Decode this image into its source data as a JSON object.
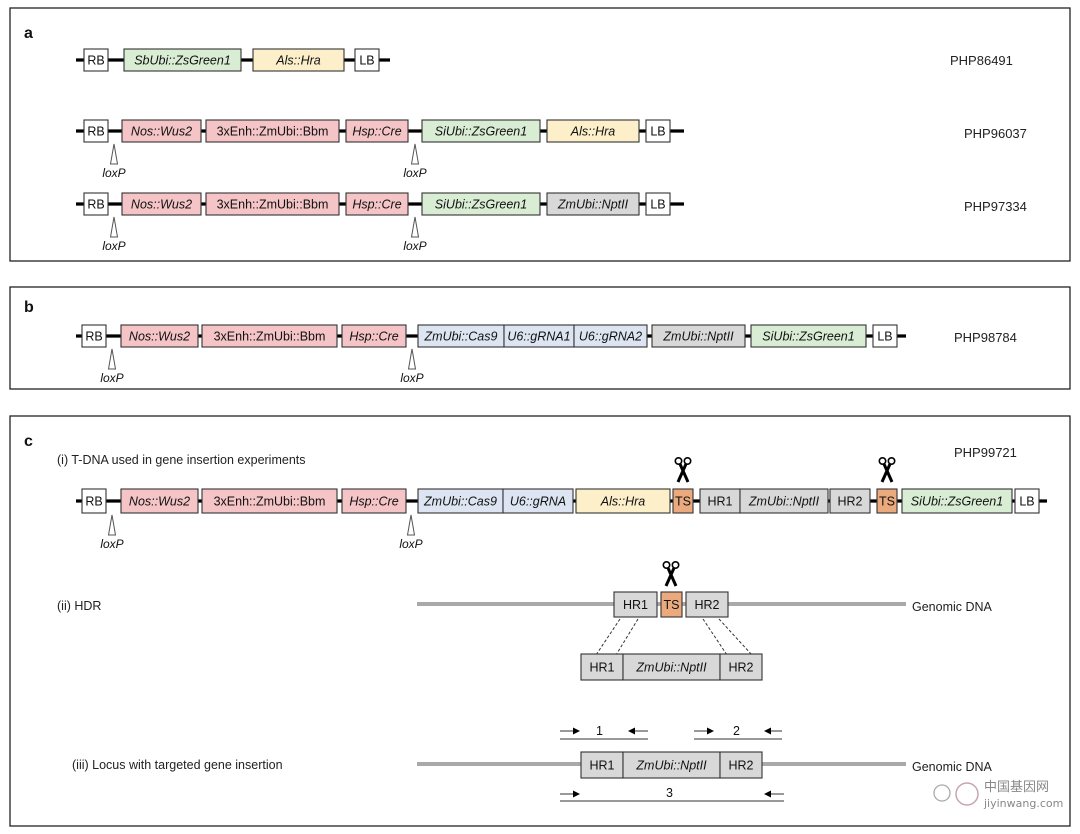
{
  "colors": {
    "pink": "#f4c4c6",
    "green": "#d9ecd4",
    "yellow": "#fcefca",
    "blue": "#dce5f1",
    "gray": "#d8d8d8",
    "orange": "#eba97e",
    "white": "#ffffff"
  },
  "panels": {
    "a": {
      "letter": "a",
      "constructs": [
        {
          "name": "PHP86491",
          "elements": [
            {
              "label": "RB",
              "color": "white",
              "italic": false
            },
            {
              "label": "SbUbi::ZsGreen1",
              "color": "green",
              "italic": true
            },
            {
              "label": "Als::Hra",
              "color": "yellow",
              "italic": true
            },
            {
              "label": "LB",
              "color": "white",
              "italic": false
            }
          ],
          "loxp": []
        },
        {
          "name": "PHP96037",
          "elements": [
            {
              "label": "RB",
              "color": "white",
              "italic": false
            },
            {
              "label": "Nos::Wus2",
              "color": "pink",
              "italic": true
            },
            {
              "label": "3xEnh::ZmUbi::Bbm",
              "color": "pink",
              "italic": false
            },
            {
              "label": "Hsp::Cre",
              "color": "pink",
              "italic": true
            },
            {
              "label": "SiUbi::ZsGreen1",
              "color": "green",
              "italic": true
            },
            {
              "label": "Als::Hra",
              "color": "yellow",
              "italic": true
            },
            {
              "label": "LB",
              "color": "white",
              "italic": false
            }
          ],
          "loxp": [
            "loxP",
            "loxP"
          ]
        },
        {
          "name": "PHP97334",
          "elements": [
            {
              "label": "RB",
              "color": "white",
              "italic": false
            },
            {
              "label": "Nos::Wus2",
              "color": "pink",
              "italic": true
            },
            {
              "label": "3xEnh::ZmUbi::Bbm",
              "color": "pink",
              "italic": false
            },
            {
              "label": "Hsp::Cre",
              "color": "pink",
              "italic": true
            },
            {
              "label": "SiUbi::ZsGreen1",
              "color": "green",
              "italic": true
            },
            {
              "label": "ZmUbi::NptII",
              "color": "gray",
              "italic": true
            },
            {
              "label": "LB",
              "color": "white",
              "italic": false
            }
          ],
          "loxp": [
            "loxP",
            "loxP"
          ]
        }
      ]
    },
    "b": {
      "letter": "b",
      "constructs": [
        {
          "name": "PHP98784",
          "elements": [
            {
              "label": "RB",
              "color": "white",
              "italic": false
            },
            {
              "label": "Nos::Wus2",
              "color": "pink",
              "italic": true
            },
            {
              "label": "3xEnh::ZmUbi::Bbm",
              "color": "pink",
              "italic": false
            },
            {
              "label": "Hsp::Cre",
              "color": "pink",
              "italic": true
            },
            {
              "label": "ZmUbi::Cas9",
              "color": "blue",
              "italic": true
            },
            {
              "label": "U6::gRNA1",
              "color": "blue",
              "italic": true
            },
            {
              "label": "U6::gRNA2",
              "color": "blue",
              "italic": true
            },
            {
              "label": "ZmUbi::NptII",
              "color": "gray",
              "italic": true
            },
            {
              "label": "SiUbi::ZsGreen1",
              "color": "green",
              "italic": true
            },
            {
              "label": "LB",
              "color": "white",
              "italic": false
            }
          ],
          "loxp": [
            "loxP",
            "loxP"
          ]
        }
      ]
    },
    "c": {
      "letter": "c",
      "sub_i": "(i) T-DNA used in gene insertion experiments",
      "sub_ii": "(ii) HDR",
      "sub_iii": "(iii) Locus with targeted gene insertion",
      "genomic_label": "Genomic DNA",
      "construct": {
        "name": "PHP99721",
        "elements": [
          {
            "label": "RB",
            "color": "white",
            "italic": false
          },
          {
            "label": "Nos::Wus2",
            "color": "pink",
            "italic": true
          },
          {
            "label": "3xEnh::ZmUbi::Bbm",
            "color": "pink",
            "italic": false
          },
          {
            "label": "Hsp::Cre",
            "color": "pink",
            "italic": true
          },
          {
            "label": "ZmUbi::Cas9",
            "color": "blue",
            "italic": true
          },
          {
            "label": "U6::gRNA",
            "color": "blue",
            "italic": true
          },
          {
            "label": "Als::Hra",
            "color": "yellow",
            "italic": true
          },
          {
            "label": "TS",
            "color": "orange",
            "italic": false
          },
          {
            "label": "HR1",
            "color": "gray",
            "italic": false
          },
          {
            "label": "ZmUbi::NptII",
            "color": "gray",
            "italic": true
          },
          {
            "label": "HR2",
            "color": "gray",
            "italic": false
          },
          {
            "label": "TS",
            "color": "orange",
            "italic": false
          },
          {
            "label": "SiUbi::ZsGreen1",
            "color": "green",
            "italic": true
          },
          {
            "label": "LB",
            "color": "white",
            "italic": false
          }
        ],
        "loxp": [
          "loxP",
          "loxP"
        ]
      },
      "hdr_target": [
        "HR1",
        "TS",
        "HR2"
      ],
      "donor": [
        "HR1",
        "ZmUbi::NptII",
        "HR2"
      ],
      "locus": [
        "HR1",
        "ZmUbi::NptII",
        "HR2"
      ],
      "primers": [
        "1",
        "2",
        "3"
      ]
    }
  },
  "watermark": {
    "site": "中国基因网",
    "url": "jiyinwang.com"
  }
}
